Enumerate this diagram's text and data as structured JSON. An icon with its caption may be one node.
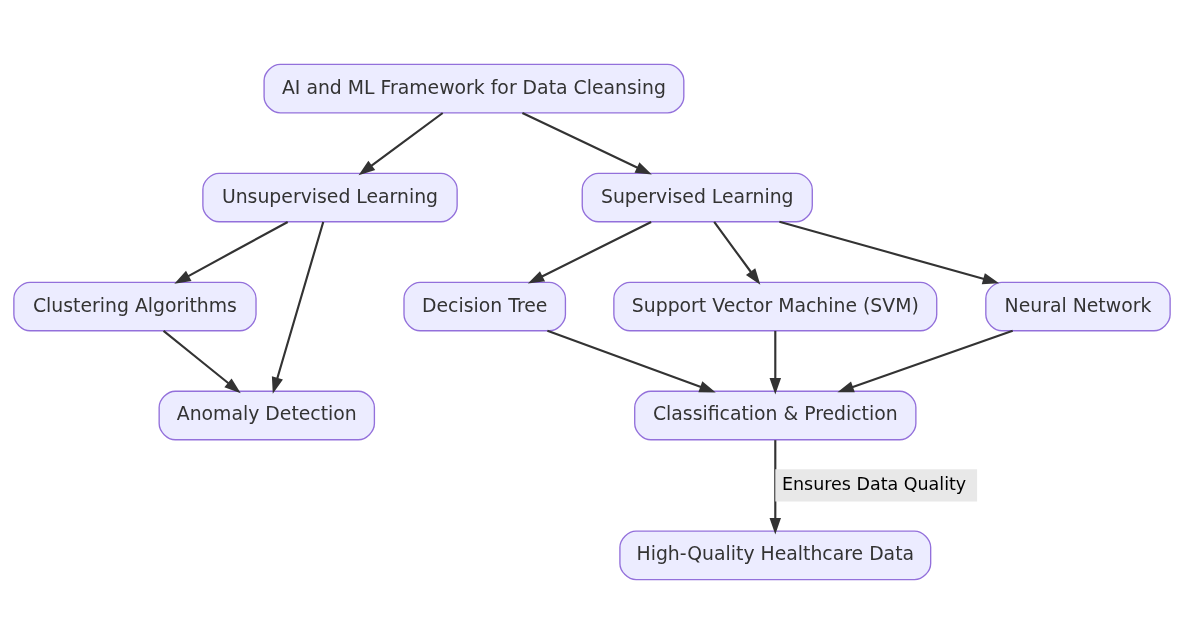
{
  "diagram": {
    "nodes": [
      {
        "text": [
          "AI and ML Framework for Data Cleansing"
        ]
      },
      {
        "text": [
          "Unsupervised Learning"
        ]
      },
      {
        "text": [
          "Supervised Learning"
        ]
      },
      {
        "text": [
          "Clustering Algorithms"
        ]
      },
      {
        "text": [
          "Decision Tree"
        ]
      },
      {
        "text": [
          "Support Vector Machine (SVM)"
        ]
      },
      {
        "text": [
          "Neural Network"
        ]
      },
      {
        "text": [
          "Anomaly Detection"
        ]
      },
      {
        "text": [
          "Classification & Prediction"
        ]
      },
      {
        "text": [
          "High-Quality Healthcare Data"
        ]
      }
    ],
    "edges": [
      {
        "from": 0,
        "to": 1,
        "arrow": "to"
      },
      {
        "from": 0,
        "to": 2,
        "arrow": "to"
      },
      {
        "from": 1,
        "to": 3,
        "arrow": "to"
      },
      {
        "from": 1,
        "to": 7,
        "arrow": "to"
      },
      {
        "from": 3,
        "to": 7,
        "arrow": "to"
      },
      {
        "from": 2,
        "to": 4,
        "arrow": "to"
      },
      {
        "from": 2,
        "to": 5,
        "arrow": "to"
      },
      {
        "from": 2,
        "to": 6,
        "arrow": "to"
      },
      {
        "from": 4,
        "to": 8,
        "arrow": "to"
      },
      {
        "from": 5,
        "to": 8,
        "arrow": "to"
      },
      {
        "from": 6,
        "to": 8,
        "arrow": "to"
      },
      {
        "from": 8,
        "to": 9,
        "label": "Ensures Data Quality",
        "arrow": "to"
      }
    ]
  }
}
